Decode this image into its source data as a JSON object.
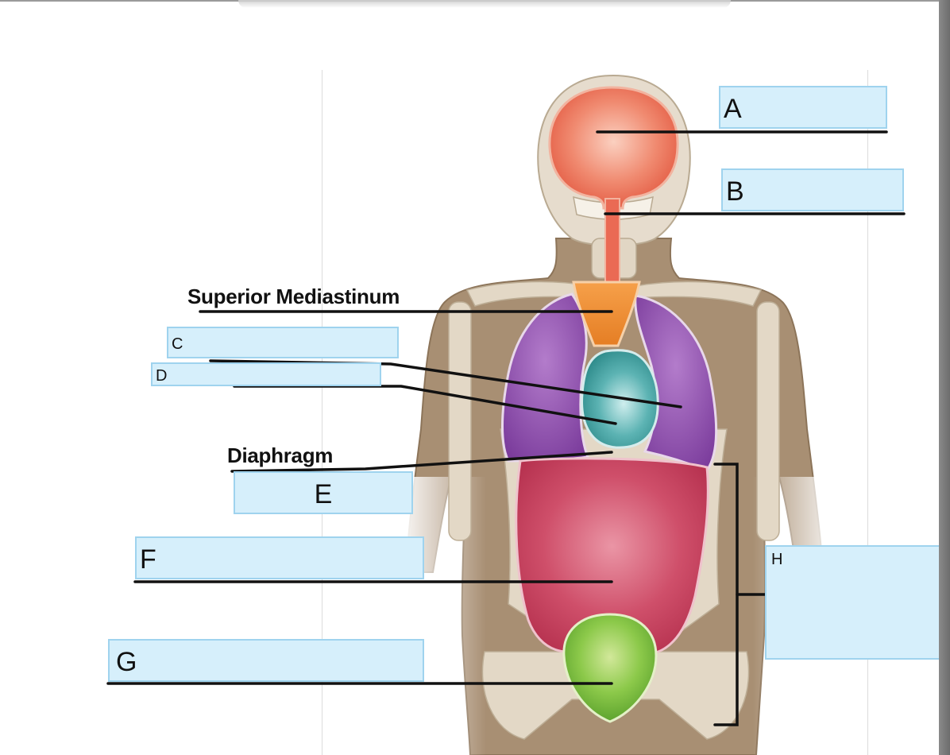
{
  "labels": {
    "superior_mediastinum": "Superior Mediastinum",
    "diaphragm": "Diaphragm"
  },
  "answer_boxes": {
    "a": "A",
    "b": "B",
    "c": "C",
    "d": "D",
    "e": "E",
    "f": "F",
    "g": "G",
    "h": "H"
  },
  "colors": {
    "box_fill": "#d6effb",
    "box_border": "#9fd3ee",
    "brain": "#ee7a63",
    "mediastinum": "#f0903a",
    "lungs": "#8a4aa8",
    "heart": "#3f9f9f",
    "abdomen": "#c8435f",
    "pelvis": "#8cc94a",
    "skin": "#a08a70"
  }
}
